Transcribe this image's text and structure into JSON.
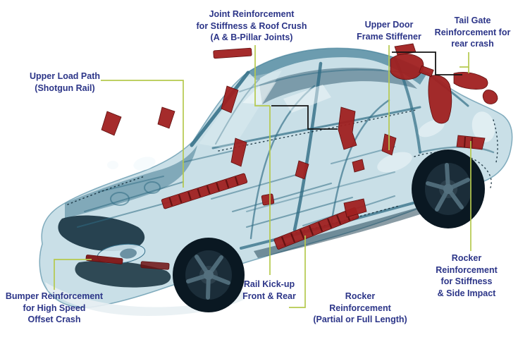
{
  "diagram": {
    "illustration_name": "car-body-in-white-xray-side-three-quarter-view",
    "labels": [
      {
        "id": "joint",
        "text": "Joint Reinforcement\nfor Stiffness & Roof Crush\n(A & B-Pillar Joints)"
      },
      {
        "id": "upper-door",
        "text": "Upper Door\nFrame Stiffener"
      },
      {
        "id": "tail-gate",
        "text": "Tail Gate\nReinforcement for\nrear crash"
      },
      {
        "id": "upper-load-path",
        "text": "Upper Load Path\n(Shotgun Rail)"
      },
      {
        "id": "bumper",
        "text": "Bumper Reinforcement\nfor High Speed\nOffset Crash"
      },
      {
        "id": "rail-kickup",
        "text": "Rail Kick-up\nFront & Rear"
      },
      {
        "id": "rocker-partial",
        "text": "Rocker\nReinforcement\n(Partial or Full Length)"
      },
      {
        "id": "rocker-side",
        "text": "Rocker\nReinforcement\nfor Stiffness\n& Side Impact"
      }
    ],
    "colors": {
      "background": "#ffffff",
      "label_text": "#2c3588",
      "callout_line": "#b5c94e",
      "callout_line_dark": "#141414",
      "body_light_teal": "#9cc4d4",
      "body_deep_teal": "#2f6c84",
      "body_shadow": "#102c3b",
      "reinforcement_red": "#a02020",
      "wheel_dark": "#0a1822"
    }
  }
}
